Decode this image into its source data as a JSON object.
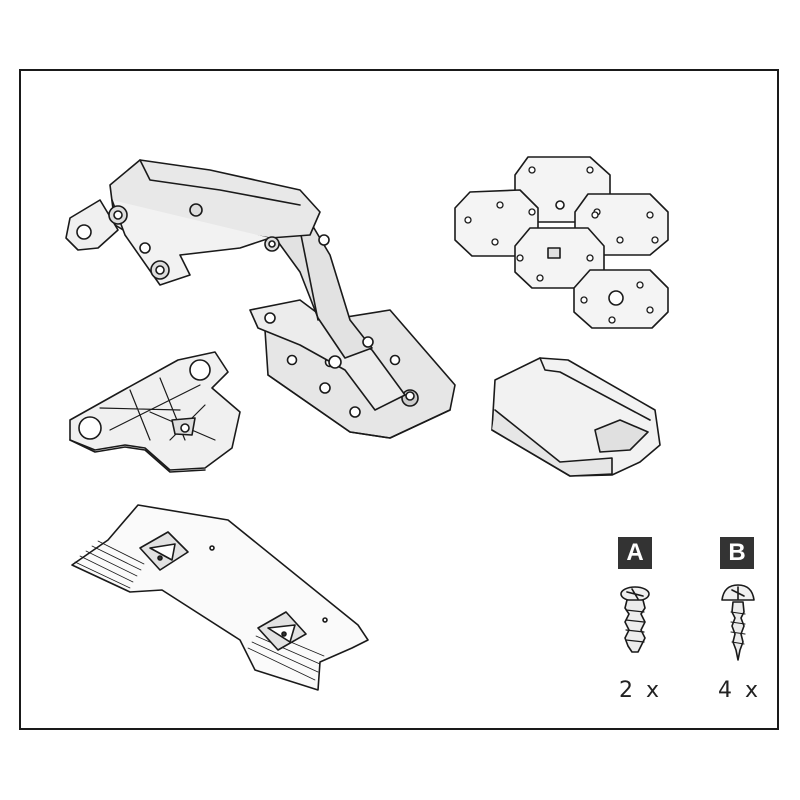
{
  "colors": {
    "line": "#1a1a1a",
    "part_fill": "#e4e4e4",
    "badge_bg": "#333333",
    "badge_text": "#ffffff"
  },
  "parts": [
    {
      "name": "concealed-hinge",
      "icon": "hinge-icon"
    },
    {
      "name": "cross-mounting-plate",
      "icon": "mounting-plate-icon"
    },
    {
      "name": "four-petal-spacer-plates",
      "icon": "spacer-plates-icon"
    },
    {
      "name": "hinge-cover-cap",
      "icon": "cover-cap-icon"
    },
    {
      "name": "drilling-template",
      "icon": "template-icon"
    }
  ],
  "screws": [
    {
      "label": "A",
      "quantity": "2 x",
      "icon": "euro-screw-icon"
    },
    {
      "label": "B",
      "quantity": "4 x",
      "icon": "pan-head-screw-icon"
    }
  ]
}
